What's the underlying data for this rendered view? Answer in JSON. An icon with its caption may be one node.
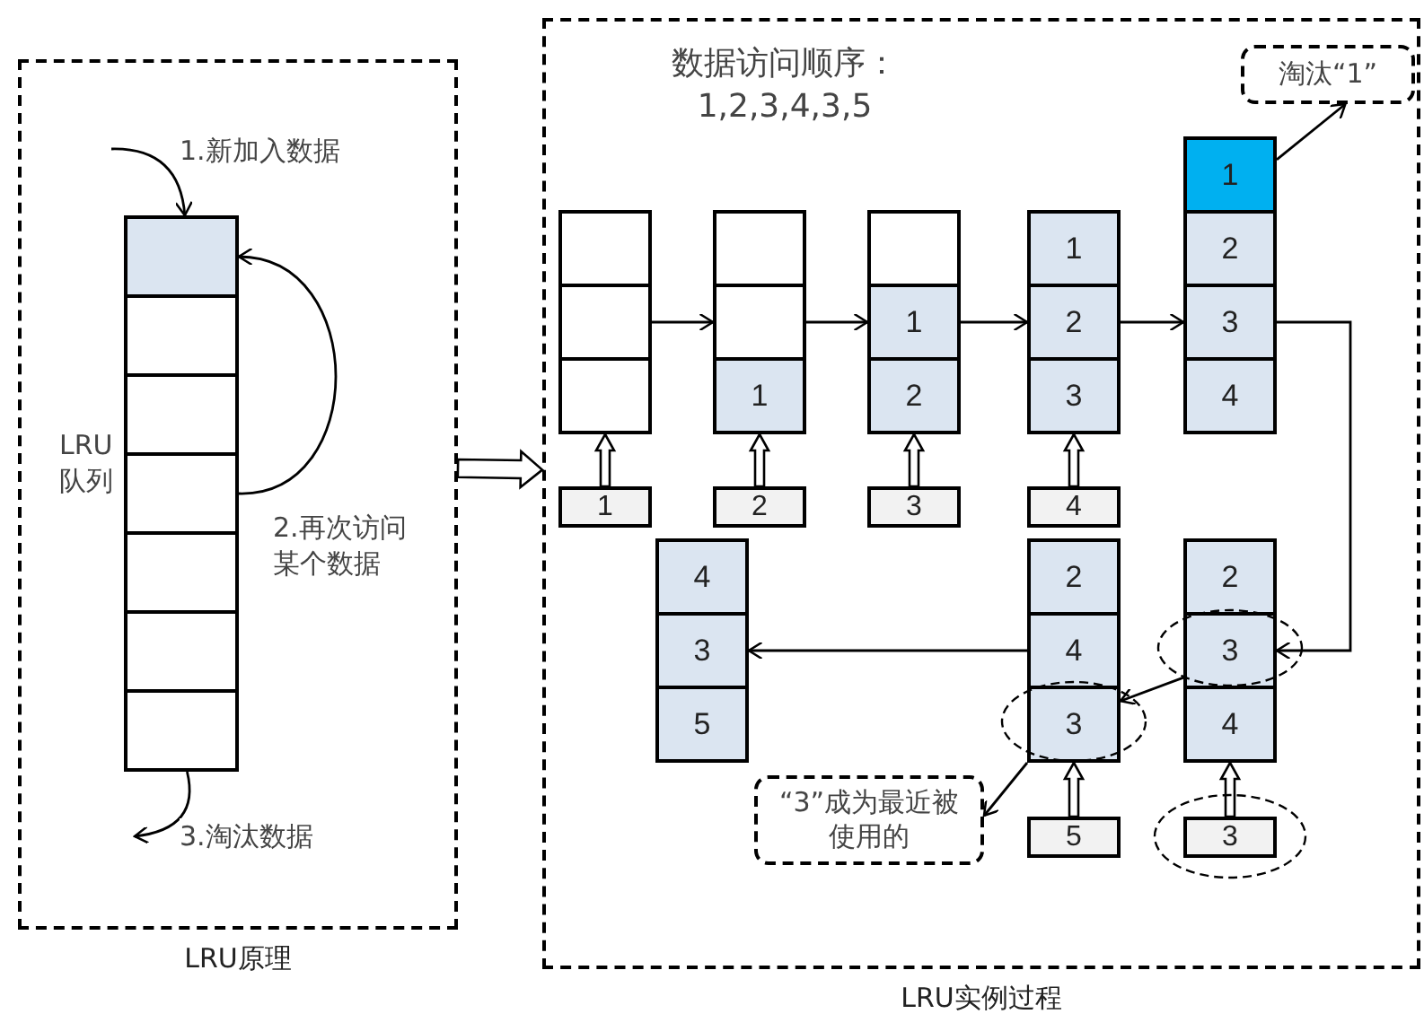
{
  "diagram": {
    "nodes": [
      {
        "text": [
          "LRU原理"
        ]
      },
      {
        "text": [],
        "shape": "box",
        "in": 0
      },
      {
        "text": [],
        "shape": "box",
        "in": 0
      },
      {
        "text": [],
        "shape": "box",
        "in": 0
      },
      {
        "text": [],
        "shape": "box",
        "in": 0
      },
      {
        "text": [],
        "shape": "box",
        "in": 0
      },
      {
        "text": [],
        "shape": "box",
        "in": 0
      },
      {
        "text": [],
        "shape": "box",
        "in": 0
      },
      {
        "text": [
          "LRU实例过程"
        ]
      },
      {
        "text": [],
        "shape": "box",
        "in": 8
      },
      {
        "text": [],
        "shape": "box",
        "in": 8
      },
      {
        "text": [],
        "shape": "box",
        "in": 8
      },
      {
        "text": [],
        "shape": "box",
        "in": 8
      },
      {
        "text": [],
        "shape": "box",
        "in": 8
      },
      {
        "text": [
          "1"
        ],
        "in": 8
      },
      {
        "text": [],
        "shape": "box",
        "in": 8
      },
      {
        "text": [
          "1"
        ],
        "in": 8
      },
      {
        "text": [
          "2"
        ],
        "in": 8
      },
      {
        "text": [
          "1"
        ],
        "in": 8
      },
      {
        "text": [
          "2"
        ],
        "in": 8
      },
      {
        "text": [
          "3"
        ],
        "in": 8
      },
      {
        "text": [
          "1"
        ],
        "in": 8
      },
      {
        "text": [
          "2"
        ],
        "in": 8
      },
      {
        "text": [
          "3"
        ],
        "in": 8
      },
      {
        "text": [
          "4"
        ],
        "in": 8
      },
      {
        "text": [
          "1"
        ],
        "in": 8
      },
      {
        "text": [
          "2"
        ],
        "in": 8
      },
      {
        "text": [
          "3"
        ],
        "in": 8
      },
      {
        "text": [
          "4"
        ],
        "in": 8
      },
      {
        "text": [
          "淘汰“1”"
        ],
        "in": 8
      },
      {
        "text": [
          "4"
        ],
        "in": 8
      },
      {
        "text": [
          "3"
        ],
        "in": 8
      },
      {
        "text": [
          "5"
        ],
        "in": 8
      },
      {
        "text": [
          "2"
        ],
        "in": 8
      },
      {
        "text": [
          "4"
        ],
        "in": 8
      },
      {
        "text": [
          "3"
        ],
        "in": 8
      },
      {
        "text": [
          "2"
        ],
        "in": 8
      },
      {
        "text": [
          "3"
        ],
        "in": 8
      },
      {
        "text": [
          "4"
        ],
        "in": 8
      },
      {
        "text": [
          "“3”成为最近被使用的"
        ],
        "in": 8
      },
      {
        "text": [
          "5"
        ],
        "in": 8
      },
      {
        "text": [
          "3"
        ],
        "in": 8
      }
    ],
    "edges": [
      {
        "from": null,
        "to": 1,
        "arrow": "to",
        "label": "1.新加入数据"
      },
      {
        "from": 4,
        "to": 1,
        "arrow": "to",
        "label": "2.再次访问某个数据"
      },
      {
        "from": 7,
        "to": null,
        "arrow": "to",
        "label": "3.淘汰数据"
      },
      {
        "from": 0,
        "to": 8,
        "arrow": "to",
        "style": "thick"
      },
      {
        "from": 10,
        "to": 13,
        "arrow": "to"
      },
      {
        "from": 13,
        "to": 16,
        "arrow": "to"
      },
      {
        "from": 16,
        "to": 19,
        "arrow": "to"
      },
      {
        "from": 19,
        "to": 23,
        "arrow": "to"
      },
      {
        "from": 23,
        "to": 37,
        "arrow": "to"
      },
      {
        "from": 37,
        "to": 35,
        "arrow": "to"
      },
      {
        "from": 34,
        "to": 31,
        "arrow": "to"
      },
      {
        "from": 25,
        "to": 11,
        "arrow": "to",
        "style": "thick"
      },
      {
        "from": 26,
        "to": 14,
        "arrow": "to",
        "style": "thick"
      },
      {
        "from": 27,
        "to": 17,
        "arrow": "to",
        "style": "thick"
      },
      {
        "from": 28,
        "to": 20,
        "arrow": "to",
        "style": "thick"
      },
      {
        "from": 40,
        "to": 35,
        "arrow": "to",
        "style": "thick"
      },
      {
        "from": 41,
        "to": 38,
        "arrow": "to",
        "style": "thick"
      },
      {
        "from": 21,
        "to": 29,
        "arrow": "to"
      },
      {
        "from": 35,
        "to": 39,
        "arrow": "to"
      }
    ],
    "labels": [
      "LRU队列",
      "数据访问顺序：1,2,3,4,3,5"
    ]
  }
}
